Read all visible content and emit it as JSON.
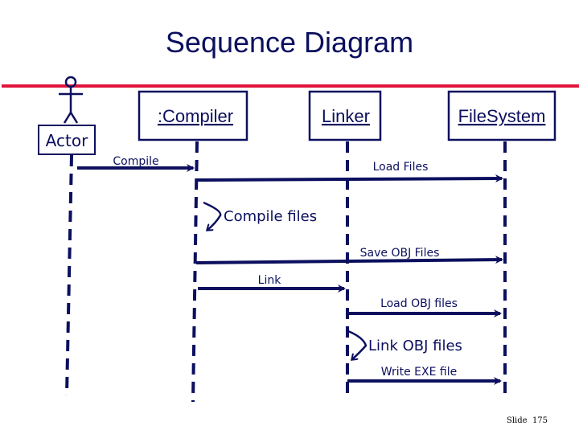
{
  "title": "Sequence Diagram",
  "colors": {
    "primary": "#0b0f5e",
    "accent_rule": "#e0143c"
  },
  "actor": {
    "label": "Actor",
    "icon": "stick-figure-icon"
  },
  "lifelines": [
    {
      "id": "compiler",
      "label": ":Compiler"
    },
    {
      "id": "linker",
      "label": "Linker"
    },
    {
      "id": "filesystem",
      "label": "FileSystem"
    }
  ],
  "messages": [
    {
      "label": "Compile",
      "from": "actor",
      "to": "compiler",
      "type": "call"
    },
    {
      "label": "Load Files",
      "from": "compiler",
      "to": "filesystem",
      "type": "call"
    },
    {
      "label": "Compile files",
      "from": "compiler",
      "to": "compiler",
      "type": "self"
    },
    {
      "label": "Save OBJ Files",
      "from": "compiler",
      "to": "filesystem",
      "type": "call"
    },
    {
      "label": "Link",
      "from": "compiler",
      "to": "linker",
      "type": "call"
    },
    {
      "label": "Load OBJ files",
      "from": "linker",
      "to": "filesystem",
      "type": "call"
    },
    {
      "label": "Link OBJ files",
      "from": "linker",
      "to": "linker",
      "type": "self"
    },
    {
      "label": "Write EXE file",
      "from": "linker",
      "to": "filesystem",
      "type": "call"
    }
  ],
  "footer": {
    "slide_label": "Slide",
    "slide_number": "175"
  }
}
